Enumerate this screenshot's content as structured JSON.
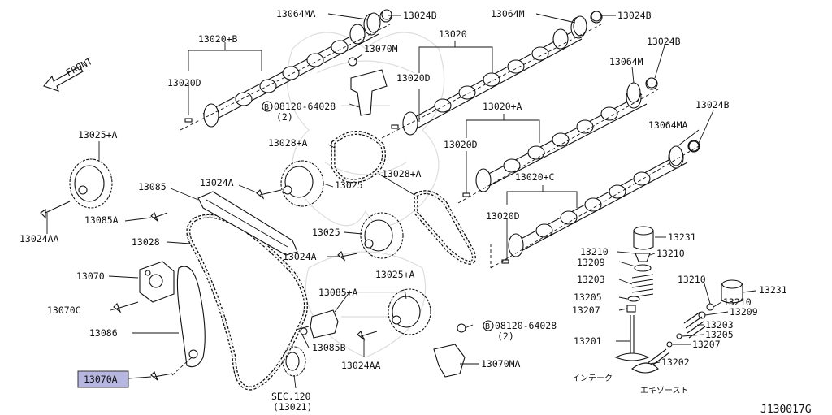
{
  "diagram": {
    "id_code": "J130017G",
    "front_label": "FRONT",
    "highlight_color": "#b6b6e0",
    "callouts": {
      "p13064MA_top": "13064MA",
      "p13024B_top1": "13024B",
      "p13064M_top": "13064M",
      "p13024B_top2": "13024B",
      "p13020B": "13020+B",
      "p13020": "13020",
      "p13070M": "13070M",
      "p13024B_r": "13024B",
      "p13064M_r": "13064M",
      "p13020D_a": "13020D",
      "p13020D_b": "13020D",
      "p08120_top": "08120-64028",
      "p08120_top_qty": "(2)",
      "p13020A": "13020+A",
      "p13024B_r2": "13024B",
      "p13064MA_r": "13064MA",
      "p13025A_top": "13025+A",
      "p13028B": "13028+A",
      "p13020D_c": "13020D",
      "p13085": "13085",
      "p13024A_1": "13024A",
      "p13025": "13025",
      "p13028A": "13028+A",
      "p13020C": "13020+C",
      "p13024AA_l": "13024AA",
      "p13085A_1": "13085A",
      "p13020D_d": "13020D",
      "p13028": "13028",
      "p13025_b": "13025",
      "p13231_a": "13231",
      "p13210_a": "13210",
      "p13210_b": "13210",
      "p13024A_2": "13024A",
      "p13209_a": "13209",
      "p13070": "13070",
      "p13025A_b": "13025+A",
      "p13203_a": "13203",
      "p13210_c": "13210",
      "p13085A_2": "13085+A",
      "p13231_b": "13231",
      "p13205_a": "13205",
      "p13210_d": "13210",
      "p13070C": "13070C",
      "p13207_a": "13207",
      "p13209_b": "13209",
      "p08120_bot": "08120-64028",
      "p08120_bot_qty": "(2)",
      "p13203_b": "13203",
      "p13086": "13086",
      "p13085B": "13085B",
      "p13205_b": "13205",
      "p13201": "13201",
      "p13207_b": "13207",
      "p13024AA_b": "13024AA",
      "p13070MA": "13070MA",
      "p13202": "13202",
      "p13070A": "13070A",
      "sec120": "SEC.120",
      "sec120_sub": "(13021)",
      "intake": "インテーク",
      "exhaust": "エキゾースト",
      "bolt_mark": "B"
    }
  }
}
